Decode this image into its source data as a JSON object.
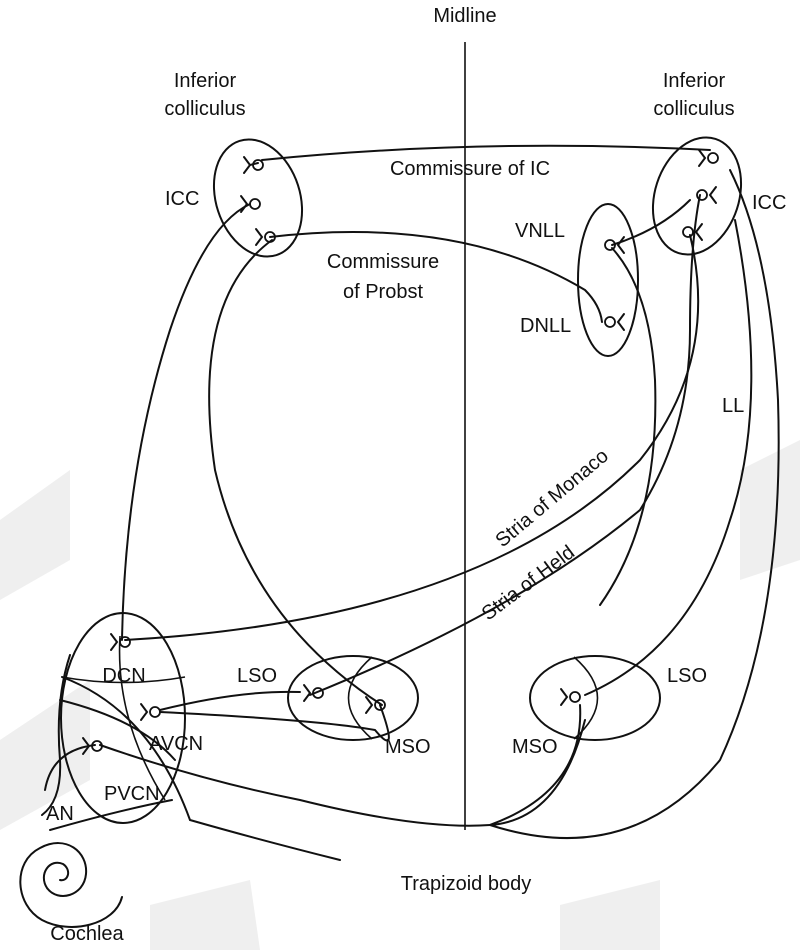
{
  "header": {
    "midline": "Midline"
  },
  "left": {
    "ic_label_line1": "Inferior",
    "ic_label_line2": "colliculus",
    "icc": "ICC",
    "dcn": "DCN",
    "avcn": "AVCN",
    "pvcn": "PVCN",
    "an": "AN",
    "cochlea": "Cochlea",
    "lso": "LSO",
    "mso": "MSO"
  },
  "right": {
    "ic_label_line1": "Inferior",
    "ic_label_line2": "colliculus",
    "icc": "ICC",
    "vnll": "VNLL",
    "dnll": "DNLL",
    "ll": "LL",
    "lso": "LSO",
    "mso": "MSO"
  },
  "tracts": {
    "commissure_ic": "Commissure of IC",
    "probst_line1": "Commissure",
    "probst_line2": "of Probst",
    "monaco": "Stria of Monaco",
    "held": "Stria of Held",
    "trapezoid": "Trapizoid body"
  }
}
